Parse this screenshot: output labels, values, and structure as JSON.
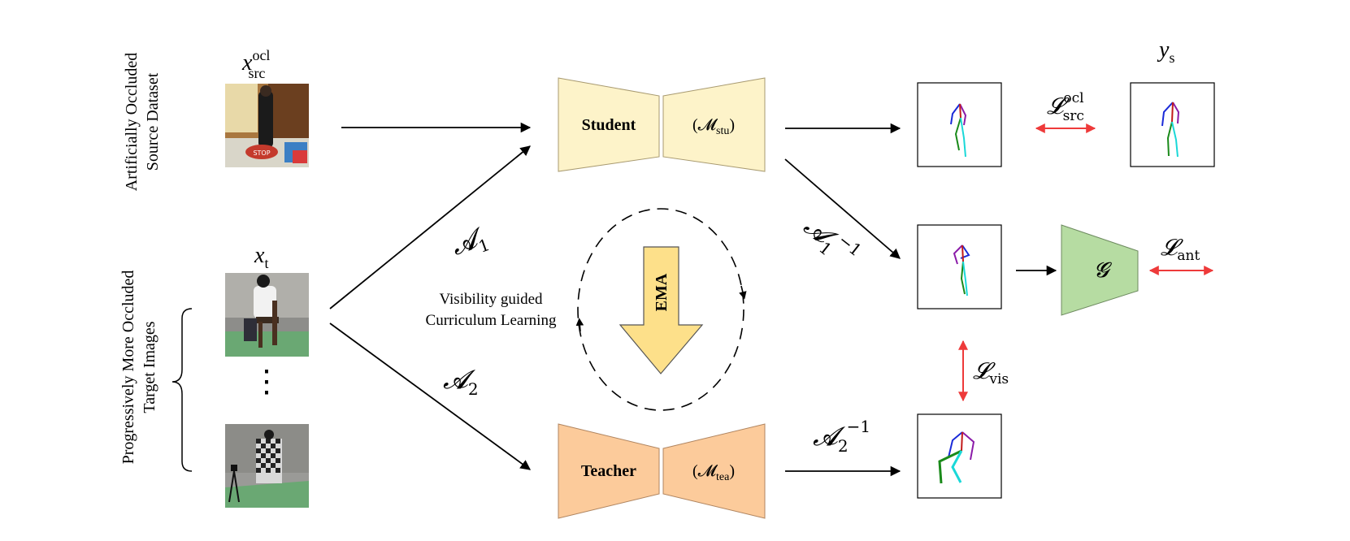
{
  "side_labels": {
    "source_line1": "Artificially Occluded",
    "source_line2": "Source Dataset",
    "target_line1": "Progressively More Occluded",
    "target_line2": "Target Images"
  },
  "inputs": {
    "x_src_base": "x",
    "x_src_sup": "ocl",
    "x_src_sub": "src",
    "x_t_base": "x",
    "x_t_sub": "t",
    "dots": "⋮"
  },
  "student": {
    "label": "Student",
    "model_base": "(𝓜",
    "model_sub": "stu",
    "model_close": ")"
  },
  "teacher": {
    "label": "Teacher",
    "model_base": "(𝓜",
    "model_sub": "tea",
    "model_close": ")"
  },
  "ema": "EMA",
  "curriculum": {
    "line1": "Visibility guided",
    "line2": "Curriculum Learning"
  },
  "aug": {
    "a1": "𝓐",
    "a1_sub": "1",
    "a2": "𝓐",
    "a2_sub": "2",
    "a1_inv": "𝓐",
    "a1_inv_sub": "1",
    "a1_inv_sup": "−1",
    "a2_inv": "𝓐",
    "a2_inv_sub": "2",
    "a2_inv_sup": "−1"
  },
  "losses": {
    "src": "𝓛",
    "src_sup": "ocl",
    "src_sub": "src",
    "ant": "𝓛",
    "ant_sub": "ant",
    "vis": "𝓛",
    "vis_sub": "vis"
  },
  "output": {
    "ys_base": "y",
    "ys_sub": "s"
  },
  "generator": "𝓖",
  "colors": {
    "student": "#fdf3c9",
    "teacher": "#fccb9b",
    "generator": "#b6dca2",
    "ema_fill": "#fde08a",
    "loss_arrow": "#ee3a3a"
  }
}
